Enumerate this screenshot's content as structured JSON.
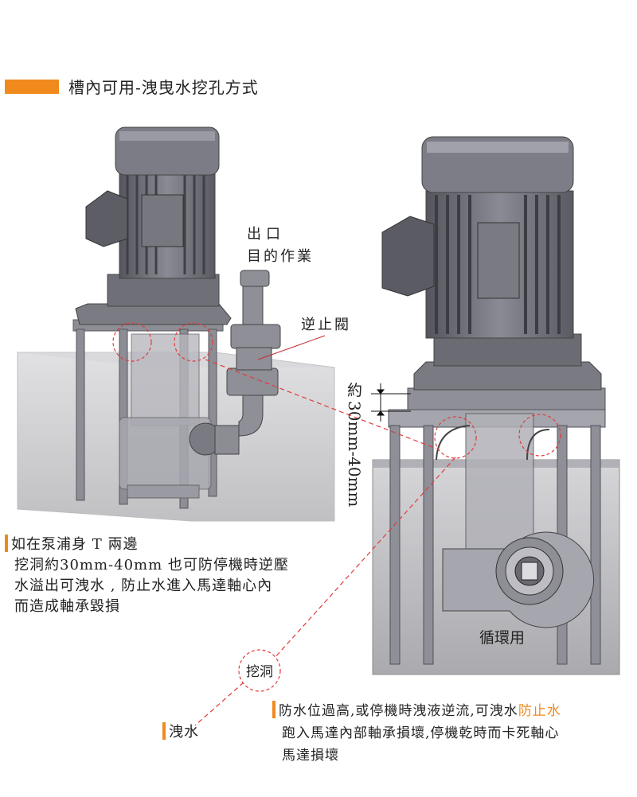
{
  "header": {
    "title": "槽內可用-洩曳水挖孔方式"
  },
  "labels": {
    "outlet_line1": "出口",
    "outlet_line2": "目的作業",
    "check_valve": "逆止閥",
    "dimension_prefix": "約",
    "dimension_value": "30mm-40mm",
    "circulation": "循環用",
    "hole": "挖洞",
    "drain": "洩水"
  },
  "notes": {
    "left": [
      "如在泵浦身 T 兩邊",
      "挖洞約30mm-40mm 也可防停機時逆壓",
      "水溢出可洩水 , 防止水進入馬達軸心內",
      "而造成軸承毀損"
    ],
    "bottom_line1_a": "防水位過高,或停機時洩液逆流,可洩水",
    "bottom_line1_b": "防止水",
    "bottom_line2": "跑入馬達內部軸承損壞,停機乾時而卡死軸心",
    "bottom_line3": "馬達損壞"
  },
  "colors": {
    "accent": "#f08a1c",
    "callout_red": "#e23b3b",
    "tank_fill": "#9a9aa0",
    "motor_fill": "#6e6e78",
    "motor_dark": "#44444c"
  }
}
